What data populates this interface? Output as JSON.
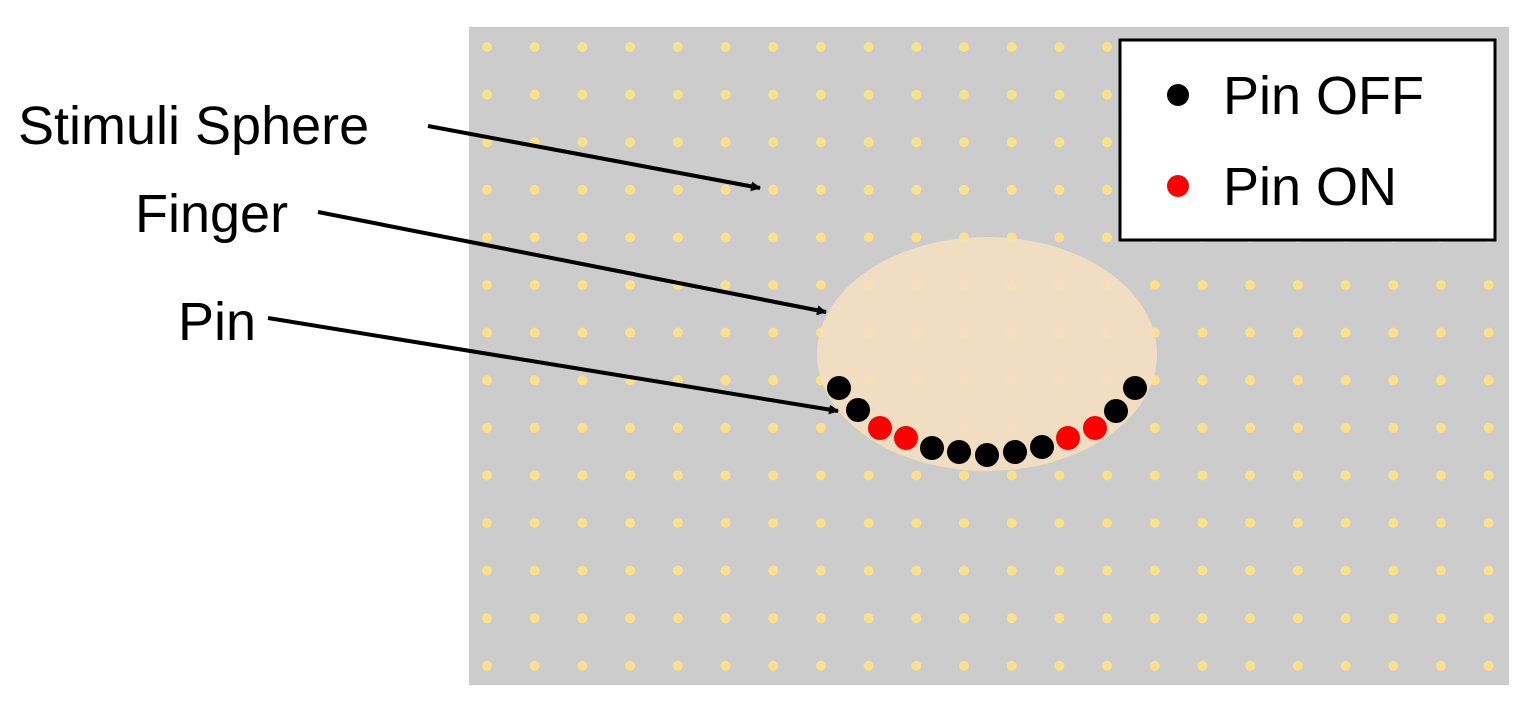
{
  "labels": {
    "stimuli_sphere": "Stimuli Sphere",
    "finger": "Finger",
    "pin": "Pin"
  },
  "legend": {
    "pin_off": "Pin OFF",
    "pin_on": "Pin ON"
  },
  "colors": {
    "background_panel": "#cccccc",
    "stimuli_sphere": "#fde08a",
    "finger": "#f5dfc0",
    "pin_off": "#000000",
    "pin_on": "#ff0000",
    "arrow": "#000000"
  },
  "pins": [
    {
      "state": "off"
    },
    {
      "state": "off"
    },
    {
      "state": "on"
    },
    {
      "state": "on"
    },
    {
      "state": "off"
    },
    {
      "state": "off"
    },
    {
      "state": "off"
    },
    {
      "state": "off"
    },
    {
      "state": "off"
    },
    {
      "state": "on"
    },
    {
      "state": "on"
    },
    {
      "state": "off"
    },
    {
      "state": "off"
    }
  ]
}
